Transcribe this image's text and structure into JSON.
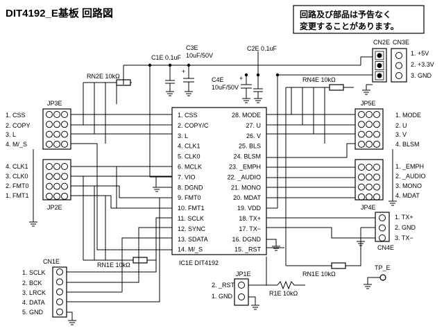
{
  "title": "DIT4192_E基板 回路図",
  "notice": [
    "回路及び部品は予告なく",
    "変更することがあります。"
  ],
  "ic": {
    "name": "IC1E DIT4192",
    "left_pins": [
      "1. CSS",
      "2. COPY/C",
      "3. L",
      "4. CLK1",
      "5. CLK0",
      "6. MCLK",
      "7. VIO",
      "8. DGND",
      "9. FMT0",
      "10. FMT1",
      "11. SCLK",
      "12. SYNC",
      "13. SDATA",
      "14. M/_S"
    ],
    "right_pins": [
      "28. MODE",
      "27. U",
      "26. V",
      "25. BLS",
      "24. BLSM",
      "23. _EMPH",
      "22. _AUDIO",
      "21. MONO",
      "20. MDAT",
      "19. VDD",
      "18. TX+",
      "17. TX−",
      "16. DGND",
      "15. _RST"
    ]
  },
  "capacitors": {
    "c1e": "C1E 0.1uF",
    "c3e": [
      "C3E",
      "10uF/50V"
    ],
    "c2e": "C2E 0.1uF",
    "c4e": [
      "C4E",
      "10uF/50V"
    ]
  },
  "resistors": {
    "rn2e": "RN2E 10kΩ",
    "rn1e": "RN1E 10kΩ",
    "rn4e": "RN4E 10kΩ",
    "rn4e_bottom": "RN1E 10kΩ",
    "r1e": "R1E 10kΩ"
  },
  "connectors": {
    "jp3e": {
      "name": "JP3E",
      "pins": [
        "1. CSS",
        "2. COPY",
        "3. L",
        "4. M/_S"
      ]
    },
    "jp2e": {
      "name": "JP2E",
      "pins": [
        "4. CLK1",
        "3. CLK0",
        "2. FMT0",
        "1. FMT1"
      ]
    },
    "jp5e": {
      "name": "JP5E",
      "pins": [
        "1. MODE",
        "2. U",
        "3. V",
        "4. BLSM"
      ]
    },
    "jp4e": {
      "name": "JP4E",
      "pins": [
        "1. _EMPH",
        "2. _AUDIO",
        "3. MONO",
        "4. MDAT"
      ]
    },
    "cn2e": "CN2E",
    "cn3e": {
      "name": "CN3E",
      "pins": [
        "1. +5V",
        "2. +3.3V",
        "3. GND"
      ]
    },
    "cn4e": {
      "name": "CN4E",
      "pins": [
        "1. TX+",
        "2. GND",
        "3. TX−"
      ]
    },
    "cn1e": {
      "name": "CN1E",
      "pins": [
        "1. SCLK",
        "2. BCK",
        "3. LRCK",
        "4. DATA",
        "5. GND"
      ]
    },
    "jp1e": {
      "name": "JP1E",
      "pins": [
        "2. _RST",
        "1. GND"
      ]
    }
  },
  "test_point": "TP_E"
}
